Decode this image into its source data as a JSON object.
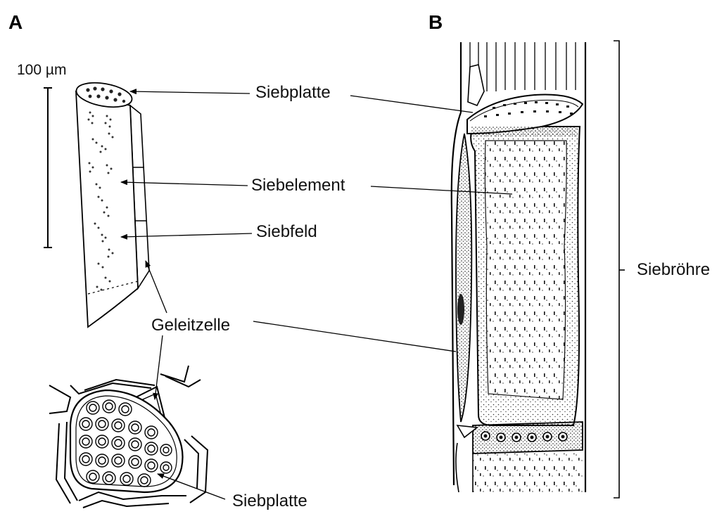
{
  "panels": {
    "a": "A",
    "b": "B"
  },
  "scale_bar": "100 µm",
  "labels": {
    "siebplatte_top": "Siebplatte",
    "siebelement": "Siebelement",
    "siebfeld": "Siebfeld",
    "geleitzelle": "Geleitzelle",
    "siebplatte_bottom": "Siebplatte",
    "siebroehre": "Siebröhre"
  }
}
